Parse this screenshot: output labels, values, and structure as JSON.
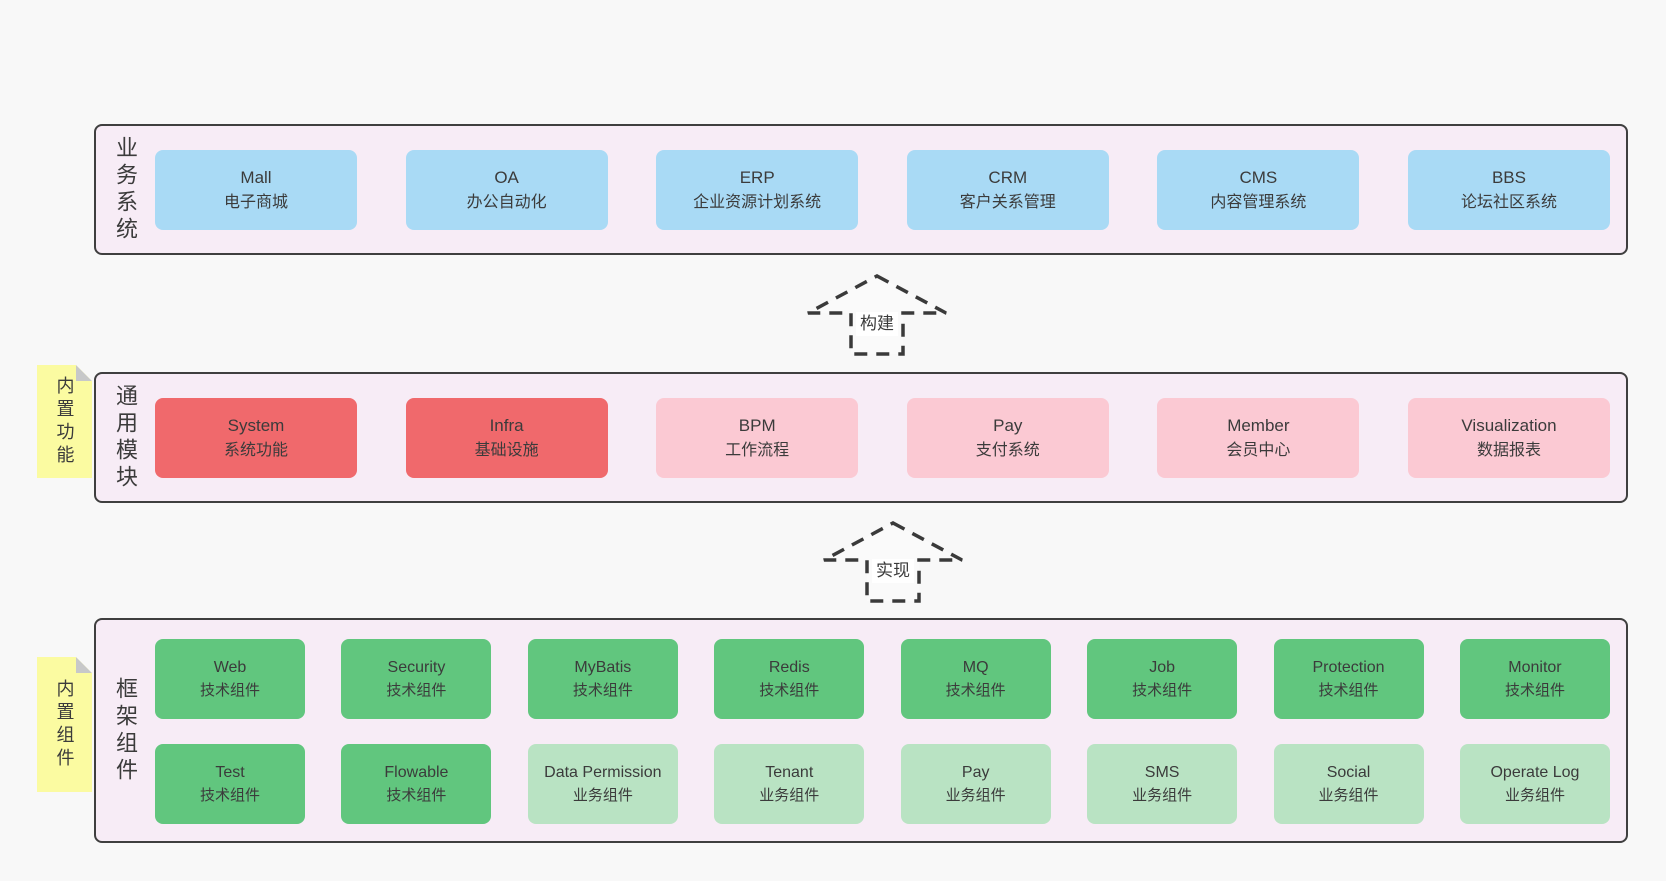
{
  "colors": {
    "page_bg": "#f8f8f8",
    "panel_bg": "#f7ecf6",
    "panel_border": "#3f3f3f",
    "box_blue": "#a9daf5",
    "box_red": "#f0696c",
    "box_pink": "#fbc9d3",
    "box_green_dark": "#61c67e",
    "box_green_light": "#b9e3c3",
    "note_yellow": "#fbfba1",
    "note_fold_gray": "#c7c8c9",
    "text": "#3b3b3b"
  },
  "arrows": [
    {
      "label": "构建"
    },
    {
      "label": "实现"
    }
  ],
  "layers": [
    {
      "label": "业务系统",
      "boxes": [
        {
          "name": "Mall",
          "desc": "电子商城"
        },
        {
          "name": "OA",
          "desc": "办公自动化"
        },
        {
          "name": "ERP",
          "desc": "企业资源计划系统"
        },
        {
          "name": "CRM",
          "desc": "客户关系管理"
        },
        {
          "name": "CMS",
          "desc": "内容管理系统"
        },
        {
          "name": "BBS",
          "desc": "论坛社区系统"
        }
      ]
    },
    {
      "label": "通用模块",
      "note": "内置功能",
      "boxes": [
        {
          "name": "System",
          "desc": "系统功能",
          "variant": "red"
        },
        {
          "name": "Infra",
          "desc": "基础设施",
          "variant": "red"
        },
        {
          "name": "BPM",
          "desc": "工作流程",
          "variant": "pink"
        },
        {
          "name": "Pay",
          "desc": "支付系统",
          "variant": "pink"
        },
        {
          "name": "Member",
          "desc": "会员中心",
          "variant": "pink"
        },
        {
          "name": "Visualization",
          "desc": "数据报表",
          "variant": "pink"
        }
      ]
    },
    {
      "label": "框架组件",
      "note": "内置组件",
      "rows": [
        [
          {
            "name": "Web",
            "desc": "技术组件",
            "variant": "dark"
          },
          {
            "name": "Security",
            "desc": "技术组件",
            "variant": "dark"
          },
          {
            "name": "MyBatis",
            "desc": "技术组件",
            "variant": "dark"
          },
          {
            "name": "Redis",
            "desc": "技术组件",
            "variant": "dark"
          },
          {
            "name": "MQ",
            "desc": "技术组件",
            "variant": "dark"
          },
          {
            "name": "Job",
            "desc": "技术组件",
            "variant": "dark"
          },
          {
            "name": "Protection",
            "desc": "技术组件",
            "variant": "dark"
          },
          {
            "name": "Monitor",
            "desc": "技术组件",
            "variant": "dark"
          }
        ],
        [
          {
            "name": "Test",
            "desc": "技术组件",
            "variant": "dark"
          },
          {
            "name": "Flowable",
            "desc": "技术组件",
            "variant": "dark"
          },
          {
            "name": "Data Permission",
            "desc": "业务组件",
            "variant": "light"
          },
          {
            "name": "Tenant",
            "desc": "业务组件",
            "variant": "light"
          },
          {
            "name": "Pay",
            "desc": "业务组件",
            "variant": "light"
          },
          {
            "name": "SMS",
            "desc": "业务组件",
            "variant": "light"
          },
          {
            "name": "Social",
            "desc": "业务组件",
            "variant": "light"
          },
          {
            "name": "Operate Log",
            "desc": "业务组件",
            "variant": "light"
          }
        ]
      ]
    }
  ]
}
